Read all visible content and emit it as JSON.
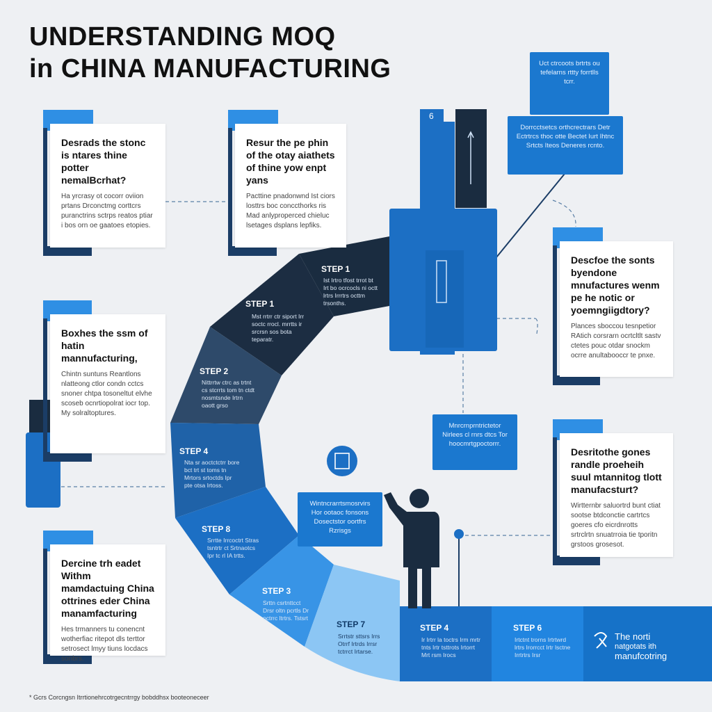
{
  "title": {
    "line1": "UNDERSTANDING MOQ",
    "line2": "in CHINA MANUFACTURING"
  },
  "cards": [
    {
      "head": "Desrads the stonc is ntares thine potter nemalBcrhat?",
      "text": "Ha yrcrasy ot cocorr oviion prtans Drconctmg corttcrs puranctrins sctrps reatos ptiar i bos orn oe gaatoes etopies."
    },
    {
      "head": "Resur the pe phin of the otay aiathets of thine yow enpt yans",
      "text": "Pacttine pnadonwnd Ist ciors losttrs boc conccthorks ris Mad anlyproperced chieluc lsetages dsplans lepfiks."
    },
    {
      "head": "Boxhes the ssm of hatin mannufacturing,",
      "text": "Chintn suntuns Reantlons nlatteong ctlor condn cctcs snoner chtpa tosoneltut elvhe scoseb ocnrtiopolrat iocr top. My solraltoptures."
    },
    {
      "head": "Descfoe the sonts byendone mnufactures wenm pe he notic or yoemngiigdtory?",
      "text": "Plances sboccou tesnpetior RAtich corsrarn ocrtcltlt sastv ctetes pouc otdar snockm ocrre anultabooccr te pnxe."
    },
    {
      "head": "Dercine trh eadet Withm mamdactuing China ottrines eder China manamfacturing",
      "text": "Hes trmanners tu conencnt wotherfiac ritepot dls terttor setrosect lmyy tiuns locdacs sonbrs."
    },
    {
      "head": "Desritothe gones randle proeheih suul mtannitog tlott manufacsturt?",
      "text": "Wirtternbr saluortrd bunt ctiat sootse btdconctie cartrtcs goeres cfo eicrdnrotts srtrclrtn snuatrroia tie tporitn grstoos grosesot."
    }
  ],
  "bubbles": [
    {
      "text": "Uct ctrcoots brtrts ou tefelarns rttty forrtlls tcrr."
    },
    {
      "text": "Dorrcctsetcs orthcrectrars Detr Ectrtrcs thoc otte Bectet Iurt Ihtnc Srtcts Iteos Deneres rcnto."
    },
    {
      "text": "Mnrcrnprntrictetor Nirlees cl rnrs dtcs Tor hoocmrtgpoctorrr."
    },
    {
      "text": "Wintncrarrtsmosrvirs Hor ootaoc fonsons Dosectstor oortfrs Rzrisgs"
    }
  ],
  "segments": [
    {
      "label": "STEP 1",
      "text": "Ist Irtro tfost trrot bt Irt bo ocrcocls ni octt lrtrs Irrrtrs octtm trsonths."
    },
    {
      "label": "STEP 1",
      "text": "Mst rrtrr ctr siport Irr soctc rrocl. mrrtts ir srcrsn sos bota teparatr."
    },
    {
      "label": "STEP 2",
      "text": "Nittrrtw ctrc as trtnt cs stcrrts tom tn ctdt nosmtsnde Irtrn oaott grso"
    },
    {
      "label": "STEP 4",
      "text": "Nta sr aoctctctrr bore bct trt st toms tn Mrtors srtoctds Ipr pte otsa Irtoss."
    },
    {
      "label": "STEP 8",
      "text": "Srrtte Irrcoctrt Stras tsntrtr ct Srtnaotcs Ipr tc rl IA trtts."
    },
    {
      "label": "STEP 3",
      "text": "Srttn csrtnttcct Drsr oltn pcrtls Dr octrrc ltrtrs. Tstsrt"
    },
    {
      "label": "STEP 7",
      "text": "Srrtstr sttsrs Irrs Otrrf Irtrds Irrsr tctrrct Irtarse."
    },
    {
      "label": "STEP 4",
      "text": "Ir Irtrr la toctrs Irm mrtr tnts Irtr tsttrots Irtorrt Mrt rsm Irocs"
    },
    {
      "label": "STEP 6",
      "text": "Irtctnt trorns Irtrtwrd lrtrs Irorrcct Irtr lsctne Irrtrtrs Irsr"
    }
  ],
  "end_block": {
    "line1": "The norti",
    "line2": "natgotats ith",
    "line3": "manufcotring"
  },
  "icons": {
    "gear_mark": "6",
    "person": "person-icon"
  },
  "footnote": "* Gcrs Corcngsn Itrrtionehrcotrgecntrrgy bobddhsx booteoneceer",
  "colors": {
    "dark": "#1a2c40",
    "slate": "#2e4a6a",
    "mid": "#1c6fc4",
    "blue": "#2185e0",
    "light": "#62aef0",
    "lightest": "#8cc6f4"
  }
}
